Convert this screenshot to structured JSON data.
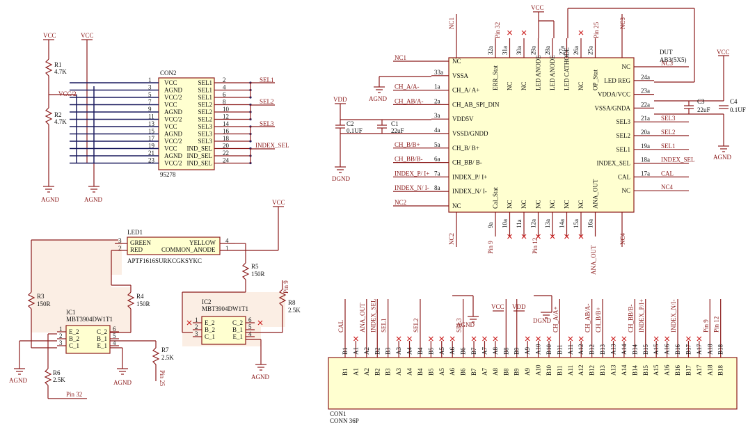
{
  "con2": {
    "ref": "CON2",
    "part": "95278",
    "left_pins": [
      "1",
      "3",
      "5",
      "7",
      "9",
      "11",
      "13",
      "15",
      "17",
      "19",
      "21",
      "23"
    ],
    "left_names": [
      "VCC",
      "AGND",
      "VCC/2",
      "VCC",
      "AGND",
      "VCC/2",
      "VCC",
      "AGND",
      "VCC/2",
      "VCC",
      "AGND",
      "VCC/2"
    ],
    "right_names": [
      "SEL1",
      "SEL1",
      "SEL1",
      "SEL2",
      "SEL2",
      "SEL2",
      "SEL3",
      "SEL3",
      "SEL3",
      "IND_SEL",
      "IND_SEL",
      "IND_SEL"
    ],
    "right_pins": [
      "2",
      "4",
      "6",
      "8",
      "10",
      "12",
      "14",
      "16",
      "18",
      "20",
      "22",
      "24"
    ],
    "nets": {
      "sel1": "SEL1",
      "sel2": "SEL2",
      "sel3": "SEL3",
      "index_sel": "INDEX_SEL"
    }
  },
  "resistor_divider": {
    "vcc1": "VCC",
    "vcc2": "VCC",
    "r1": "R1",
    "r1_val": "4.7K",
    "r2": "R2",
    "r2_val": "4.7K",
    "vcc_half": "VCC/2",
    "agnd1": "AGND",
    "agnd2": "AGND"
  },
  "dut": {
    "ref": "DUT",
    "part": "AB3(5X5)",
    "left": [
      {
        "net": "NC1",
        "pin": "",
        "name": "NC"
      },
      {
        "net": "",
        "pin": "33a",
        "name": "VSSA"
      },
      {
        "net": "CH_A/A-",
        "pin": "1a",
        "name": "CH_A/ A+"
      },
      {
        "net": "CH_AB/A-",
        "pin": "2a",
        "name": "CH_AB_SPI_DIN"
      },
      {
        "net": "",
        "pin": "3a",
        "name": "VDD5V"
      },
      {
        "net": "",
        "pin": "4a",
        "name": "VSSD/GNDD"
      },
      {
        "net": "CH_B/B+",
        "pin": "5a",
        "name": "CH_B/ B+"
      },
      {
        "net": "CH_BB/B-",
        "pin": "6a",
        "name": "CH_BB/ B-"
      },
      {
        "net": "INDEX_P/ I+",
        "pin": "7a",
        "name": "INDEX_P/ I+"
      },
      {
        "net": "INDEX_N/ I-",
        "pin": "8a",
        "name": "INDEX_N/ I-"
      },
      {
        "net": "NC2",
        "pin": "",
        "name": "NC"
      }
    ],
    "right": [
      {
        "net": "NC3",
        "pin": "",
        "name": "NC"
      },
      {
        "net": "",
        "pin": "24a",
        "name": "LED REG"
      },
      {
        "net": "",
        "pin": "23a",
        "name": "VDDA/VCC"
      },
      {
        "net": "",
        "pin": "22a",
        "name": "VSSA/GNDA"
      },
      {
        "net": "SEL3",
        "pin": "21a",
        "name": "SEL3"
      },
      {
        "net": "SEL2",
        "pin": "20a",
        "name": "SEL2"
      },
      {
        "net": "SEL1",
        "pin": "19a",
        "name": "SEL1"
      },
      {
        "net": "INDEX_SEL",
        "pin": "18a",
        "name": "INDEX_SEL"
      },
      {
        "net": "CAL",
        "pin": "17a",
        "name": "CAL"
      },
      {
        "net": "NC4",
        "pin": "",
        "name": "NC"
      }
    ],
    "top": [
      {
        "pin": "32a",
        "name": "ERR_Stat"
      },
      {
        "pin": "31a",
        "name": "NC"
      },
      {
        "pin": "30a",
        "name": "NC"
      },
      {
        "pin": "29a",
        "name": "LED ANODE"
      },
      {
        "pin": "28a",
        "name": "LED ANODE"
      },
      {
        "pin": "27a",
        "name": "LED CATHODE"
      },
      {
        "pin": "26a",
        "name": "NC"
      },
      {
        "pin": "25a",
        "name": "OP_Stat"
      }
    ],
    "bottom": [
      {
        "pin": "9a",
        "name": "Cal_Stat"
      },
      {
        "pin": "10a",
        "name": "NC"
      },
      {
        "pin": "11a",
        "name": "NC"
      },
      {
        "pin": "12a",
        "name": "NC"
      },
      {
        "pin": "13a",
        "name": "NC"
      },
      {
        "pin": "14a",
        "name": "NC"
      },
      {
        "pin": "15a",
        "name": "NC"
      },
      {
        "pin": "16a",
        "name": "ANA_OUT"
      }
    ],
    "top_nets": {
      "nc1": "NC1",
      "pin32": "Pin 32",
      "vcc": "VCC",
      "pin25": "Pin 25",
      "nc3": "NC3"
    },
    "bottom_nets": {
      "nc2": "NC2",
      "pin9": "Pin 9",
      "pin12": "Pin 12",
      "ana_out": "ANA_OUT",
      "nc4": "NC4"
    },
    "vdd": "VDD",
    "dgnd": "DGND",
    "agnd": "AGND",
    "agnd_r": "AGND",
    "vcc_r": "VCC",
    "c1": "C1",
    "c1_val": "22uF",
    "c2": "C2",
    "c2_val": "0.1UF",
    "c3": "C3",
    "c3_val": "22uF",
    "c4": "C4",
    "c4_val": "0.1UF"
  },
  "led_section": {
    "vcc": "VCC",
    "led": "LED1",
    "led_part": "APTF1616SURKCGKSYKC",
    "led_green": "GREEN",
    "led_red": "RED",
    "led_yellow": "YELLOW",
    "led_common": "COMMON_ANODE",
    "led_pins": [
      "3",
      "2",
      "4",
      "1"
    ],
    "r3": "R3",
    "r3_val": "150R",
    "r4": "R4",
    "r4_val": "150R",
    "r5": "R5",
    "r5_val": "150R",
    "r6": "R6",
    "r6_val": "2.5K",
    "r7": "R7",
    "r7_val": "2.5K",
    "r8": "R8",
    "r8_val": "2.5K",
    "ic1": "IC1",
    "ic1_part": "MBT3904DW1T1",
    "ic2": "IC2",
    "ic2_part": "MBT3904DW1T1",
    "ic_pins_l": [
      "E_2",
      "B_2",
      "C_1"
    ],
    "ic_pins_r": [
      "C_2",
      "B_1",
      "E_1"
    ],
    "ic1_pin_l": [
      "1",
      "2",
      "3"
    ],
    "ic1_pin_r": [
      "6",
      "5",
      "4"
    ],
    "ic2_pin_l": [
      "1",
      "2",
      "3"
    ],
    "ic2_pin_r": [
      "6",
      "5",
      "4"
    ],
    "agnd_a": "AGND",
    "agnd_b": "AGND",
    "agnd_c": "AGND",
    "pin32": "Pin 32",
    "pin25": "Pin 25",
    "pin9": "Pin 9"
  },
  "con1": {
    "ref": "CON1",
    "part": "CONN 36P",
    "pins": [
      "B1",
      "A1",
      "A2",
      "B2",
      "B3",
      "A3",
      "A4",
      "B4",
      "B5",
      "A5",
      "A6",
      "B6",
      "B7",
      "A7",
      "A8",
      "B8",
      "B9",
      "A9",
      "A10",
      "B10",
      "B11",
      "A11",
      "A12",
      "B12",
      "B13",
      "A13",
      "A14",
      "B14",
      "B15",
      "A15",
      "A16",
      "B16",
      "B17",
      "A17",
      "A18",
      "B18"
    ],
    "nets": [
      "CAL",
      "",
      "ANA_OUT",
      "INDEX_SEL",
      "SEL1",
      "",
      "",
      "SEL2",
      "",
      "",
      "",
      "SEL3",
      "",
      "",
      "",
      "VCC",
      "VDD",
      "",
      "",
      "",
      "CH_A/A+",
      "",
      "",
      "CH_AB/A-",
      "CH_B/B+",
      "",
      "",
      "CH_BB/B-",
      "INDEX_P/I+",
      "",
      "",
      "INDEX_N/I-",
      "",
      "",
      "Pin 9",
      "Pin 12"
    ],
    "agnd": "AGND",
    "dgnd": "DGND",
    "vcc": "VCC",
    "vdd": "VDD"
  }
}
